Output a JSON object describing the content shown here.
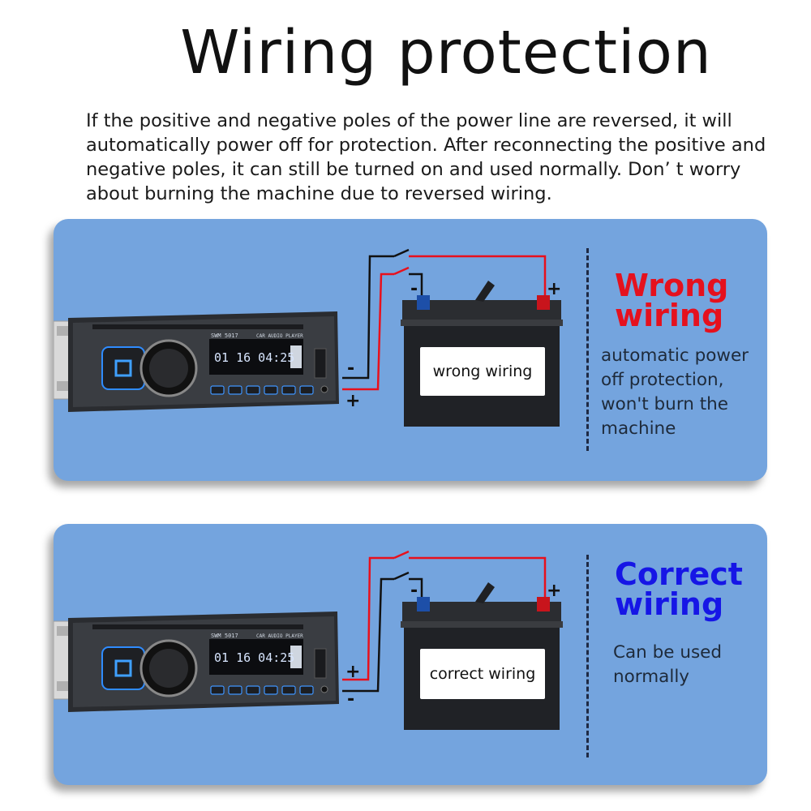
{
  "title": "Wiring protection",
  "intro": "If the positive and negative poles of the power line are reversed, it will automatically power off for protection. After reconnecting the positive and negative poles, it can still be turned on and used normally. Don’ t worry about burning the machine due to reversed wiring.",
  "radio": {
    "model": "SWM 5017",
    "label": "CAR AUDIO PLAYER",
    "display": "01 16 04:25"
  },
  "signs": {
    "plus": "+",
    "minus": "-"
  },
  "panels": [
    {
      "heading_line1": "Wrong",
      "heading_line2": "wiring",
      "heading_color": "#e5111e",
      "description": "automatic power off protection, won't burn the machine",
      "battery_label": "wrong wiring"
    },
    {
      "heading_line1": "Correct",
      "heading_line2": "wiring",
      "heading_color": "#1616e6",
      "description": "Can be used normally",
      "battery_label": "correct wiring"
    }
  ],
  "colors": {
    "panel": "#74a4de",
    "wire_red": "#e8101c",
    "wire_black": "#111111"
  }
}
